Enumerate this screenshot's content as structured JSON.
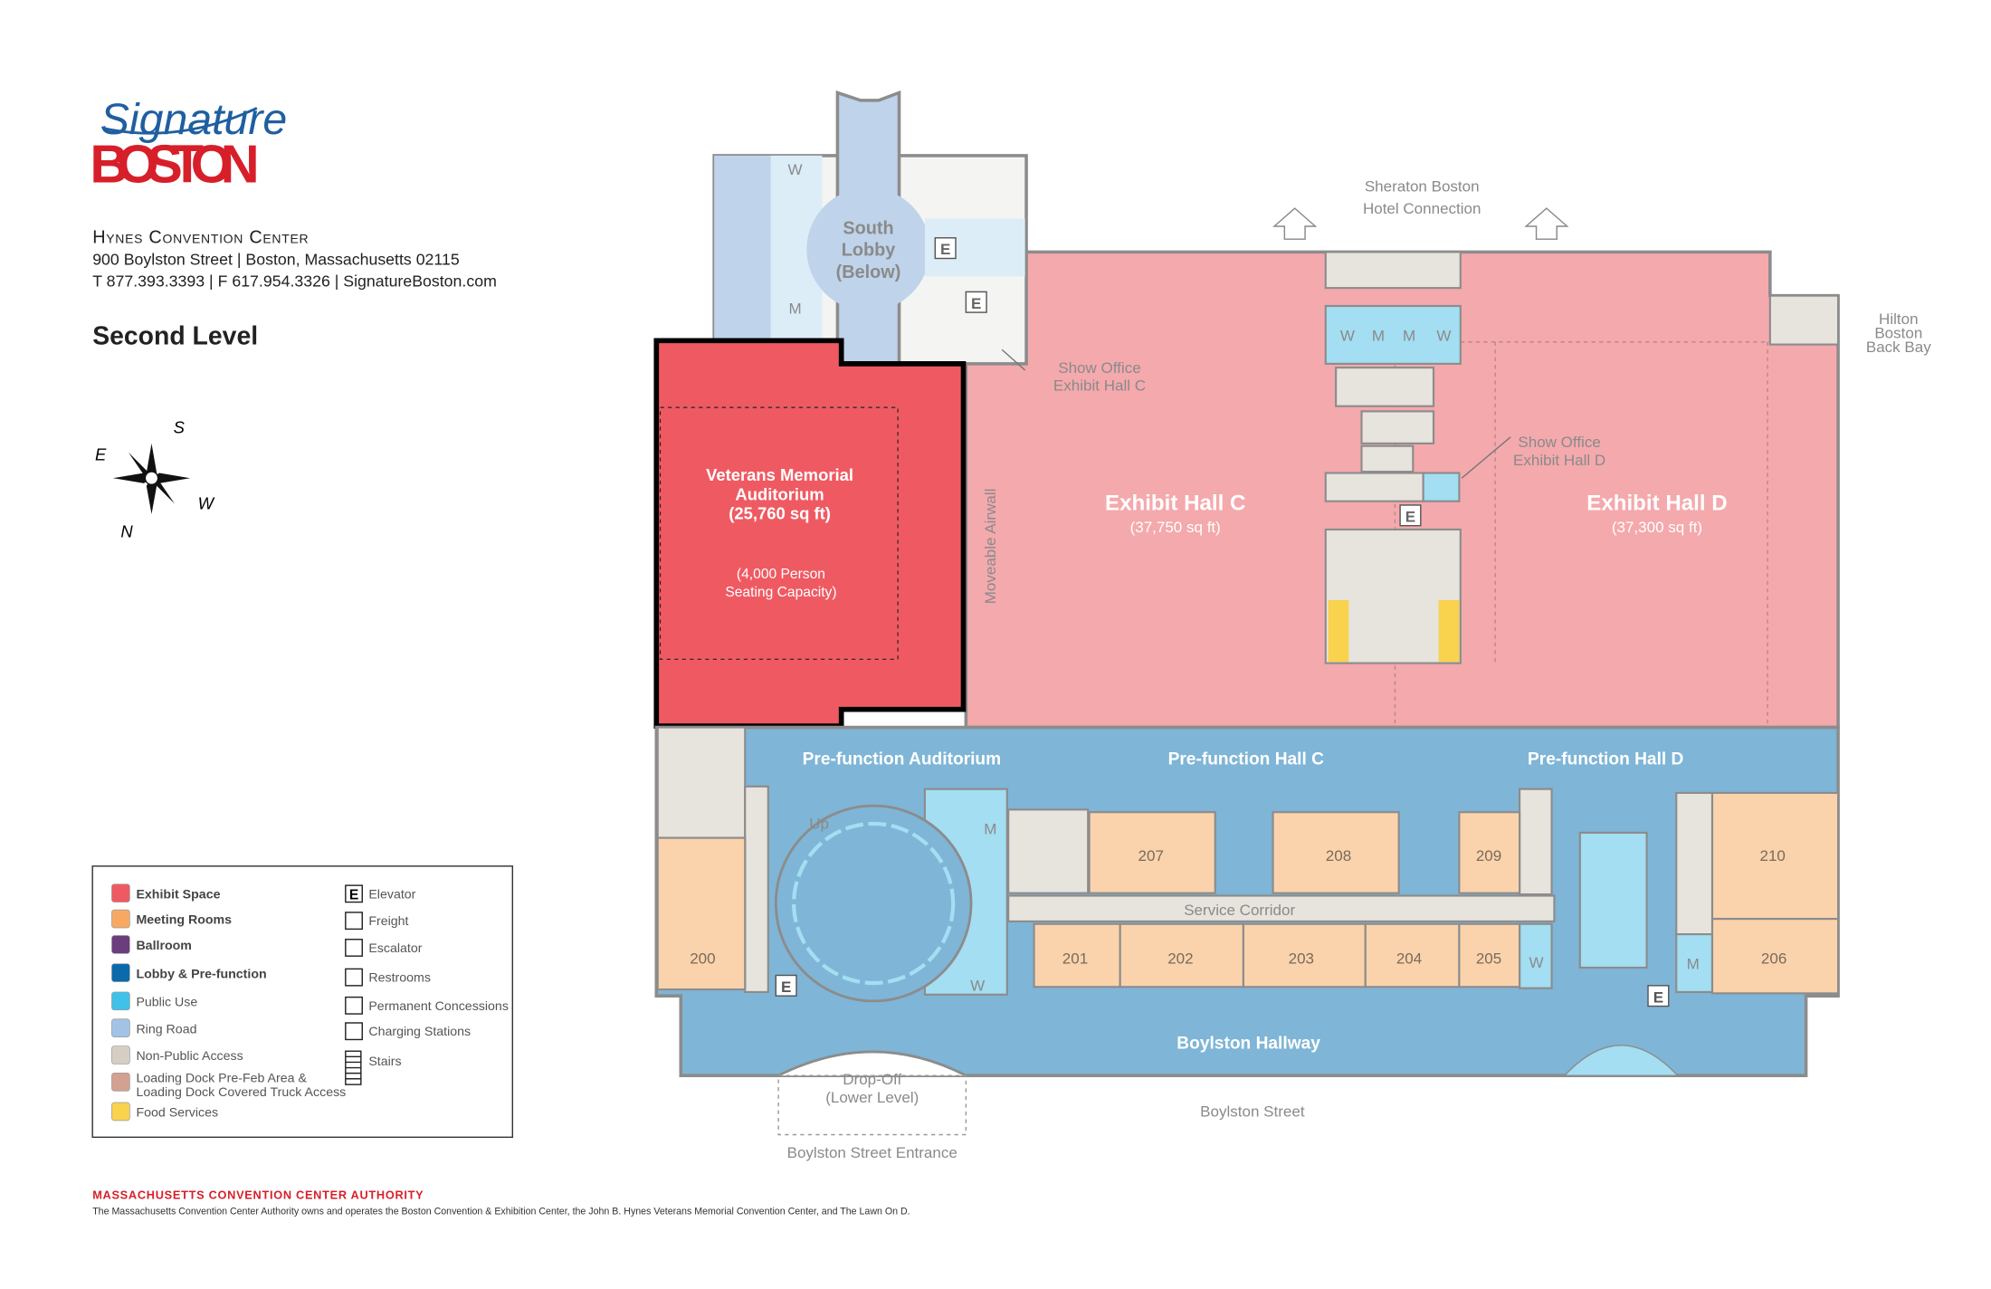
{
  "logo": {
    "script": "Signature",
    "word": "BOSTON"
  },
  "header": {
    "venue": "Hynes Convention Center",
    "address": "900 Boylston Street  |  Boston,  Massachusetts 02115",
    "contact": "T 877.393.3393  |  F 617.954.3326  |  SignatureBoston.com",
    "level": "Second Level"
  },
  "compass": {
    "s": "S",
    "e": "E",
    "w": "W",
    "n": "N"
  },
  "map": {
    "south_lobby": [
      "South",
      "Lobby",
      "(Below)"
    ],
    "sheraton": [
      "Sheraton Boston",
      "Hotel Connection"
    ],
    "hilton": [
      "Hilton",
      "Boston",
      "Back Bay"
    ],
    "show_office_c": [
      "Show Office",
      "Exhibit Hall C"
    ],
    "show_office_d": [
      "Show Office",
      "Exhibit Hall D"
    ],
    "auditorium": {
      "name": [
        "Veterans Memorial",
        "Auditorium",
        "(25,760 sq ft)"
      ],
      "capacity": [
        "(4,000 Person",
        "Seating Capacity)"
      ]
    },
    "airwall": "Moveable Airwall",
    "hall_c": {
      "name": "Exhibit Hall C",
      "size": "(37,750 sq ft)"
    },
    "hall_d": {
      "name": "Exhibit Hall D",
      "size": "(37,300 sq ft)"
    },
    "prefunction": [
      "Pre-function Auditorium",
      "Pre-function Hall C",
      "Pre-function Hall D"
    ],
    "service_corridor": "Service Corridor",
    "boylston_hallway": "Boylston Hallway",
    "dropoff": [
      "Drop-Off",
      "(Lower Level)"
    ],
    "boylston_street": "Boylston Street",
    "boylston_entrance": "Boylston Street Entrance",
    "up": "Up",
    "restroom_letters": {
      "w": "W",
      "m": "M"
    },
    "elevator_letter": "E",
    "rooms": [
      "200",
      "201",
      "202",
      "203",
      "204",
      "205",
      "206",
      "207",
      "208",
      "209",
      "210"
    ]
  },
  "legend": {
    "areas": [
      {
        "label": "Exhibit Space",
        "color": "#ef5a62"
      },
      {
        "label": "Meeting Rooms",
        "color": "#f7a964"
      },
      {
        "label": "Ballroom",
        "color": "#6a3d7c"
      },
      {
        "label": "Lobby & Pre-function",
        "color": "#0a6aab"
      },
      {
        "label": "Public Use",
        "color": "#40c1e8"
      },
      {
        "label": "Ring Road",
        "color": "#a2c3e6"
      },
      {
        "label": "Non-Public Access",
        "color": "#d6cec4"
      },
      {
        "label": "Loading Dock Pre-Feb Area &",
        "label2": "Loading Dock Covered Truck Access",
        "color": "#d4a191"
      },
      {
        "label": "Food Services",
        "color": "#f9d24e"
      }
    ],
    "icons": [
      "Elevator",
      "Freight",
      "Escalator",
      "Restrooms",
      "Permanent Concessions",
      "Charging Stations",
      "Stairs"
    ]
  },
  "footer": {
    "authority": "MASSACHUSETTS CONVENTION CENTER AUTHORITY",
    "note": "The Massachusetts Convention Center Authority owns and operates the Boston Convention & Exhibition Center, the John B. Hynes Veterans Memorial Convention Center, and The Lawn On D."
  }
}
